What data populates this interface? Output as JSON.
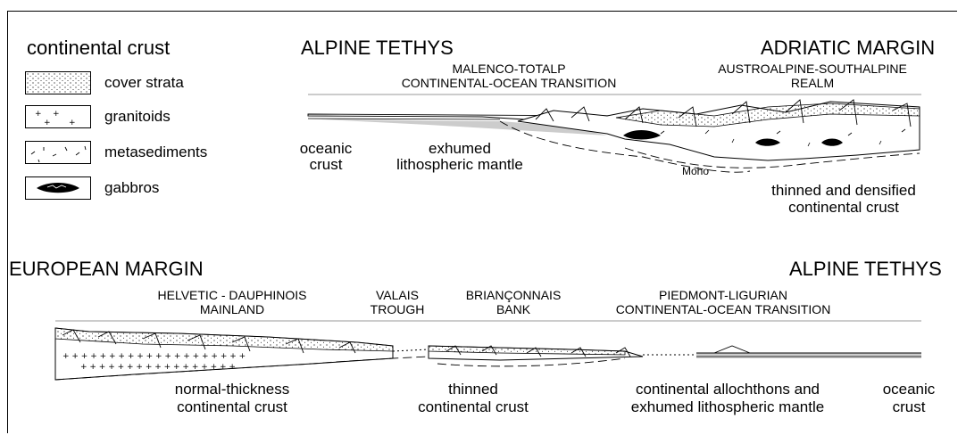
{
  "legend": {
    "title": "continental crust",
    "items": [
      {
        "name": "cover-strata",
        "label": "cover strata"
      },
      {
        "name": "granitoids",
        "label": "granitoids"
      },
      {
        "name": "metasediments",
        "label": "metasediments"
      },
      {
        "name": "gabbros",
        "label": "gabbros"
      }
    ]
  },
  "top_section": {
    "left_title": "ALPINE TETHYS",
    "right_title": "ADRIATIC MARGIN",
    "zone1_line1": "MALENCO-TOTALP",
    "zone1_line2": "CONTINENTAL-OCEAN TRANSITION",
    "zone2_line1": "AUSTROALPINE-SOUTHALPINE",
    "zone2_line2": "REALM",
    "label_oceanic_1": "oceanic",
    "label_oceanic_2": "crust",
    "label_mantle_1": "exhumed",
    "label_mantle_2": "lithospheric mantle",
    "label_moho": "Moho",
    "label_thinned_1": "thinned and densified",
    "label_thinned_2": "continental crust"
  },
  "bottom_section": {
    "left_title": "EUROPEAN MARGIN",
    "right_title": "ALPINE TETHYS",
    "zone1_line1": "HELVETIC - DAUPHINOIS",
    "zone1_line2": "MAINLAND",
    "zone2_line1": "VALAIS",
    "zone2_line2": "TROUGH",
    "zone3_line1": "BRIANÇONNAIS",
    "zone3_line2": "BANK",
    "zone4_line1": "PIEDMONT-LIGURIAN",
    "zone4_line2": "CONTINENTAL-OCEAN TRANSITION",
    "label_normal_1": "normal-thickness",
    "label_normal_2": "continental crust",
    "label_thinned_1": "thinned",
    "label_thinned_2": "continental crust",
    "label_alloch_1": "continental allochthons and",
    "label_alloch_2": "exhumed lithospheric mantle",
    "label_oceanic_1": "oceanic",
    "label_oceanic_2": "crust"
  }
}
